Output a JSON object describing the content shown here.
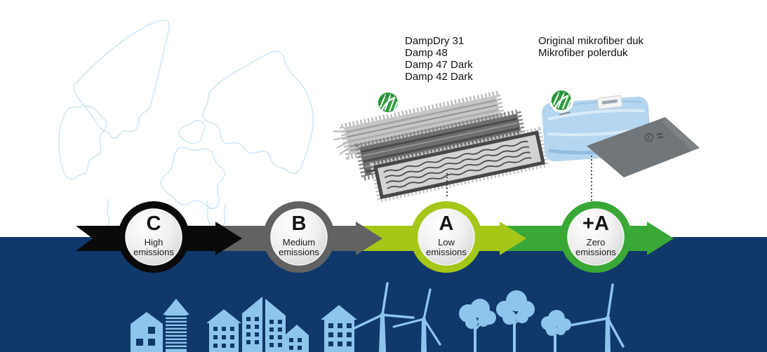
{
  "colors": {
    "navy_band": "#10386B",
    "silhouette_blue": "#8EC5EC",
    "map_outline": "#BCDCF5",
    "ecolabel_green": "#2E9C41"
  },
  "products": {
    "mops": {
      "labels": [
        "DampDry 31",
        "Damp 48",
        "Damp 47 Dark",
        "Damp 42 Dark"
      ],
      "ecolabel_text": "SVANENMÄRKET"
    },
    "cloths": {
      "labels": [
        "Original mikrofiber duk",
        "Mikrofiber polerduk"
      ],
      "ecolabel_text": "SVANENMÄRKET"
    }
  },
  "emission_scale": {
    "steps": [
      {
        "grade": "C",
        "label_line1": "High",
        "label_line2": "emissions",
        "color": "#0A0A0A"
      },
      {
        "grade": "B",
        "label_line1": "Medium",
        "label_line2": "emissions",
        "color": "#626262"
      },
      {
        "grade": "A",
        "label_line1": "Low",
        "label_line2": "emissions",
        "color": "#A5C717"
      },
      {
        "grade": "+A",
        "label_line1": "Zero",
        "label_line2": "emissions",
        "color": "#3AA836"
      }
    ]
  }
}
